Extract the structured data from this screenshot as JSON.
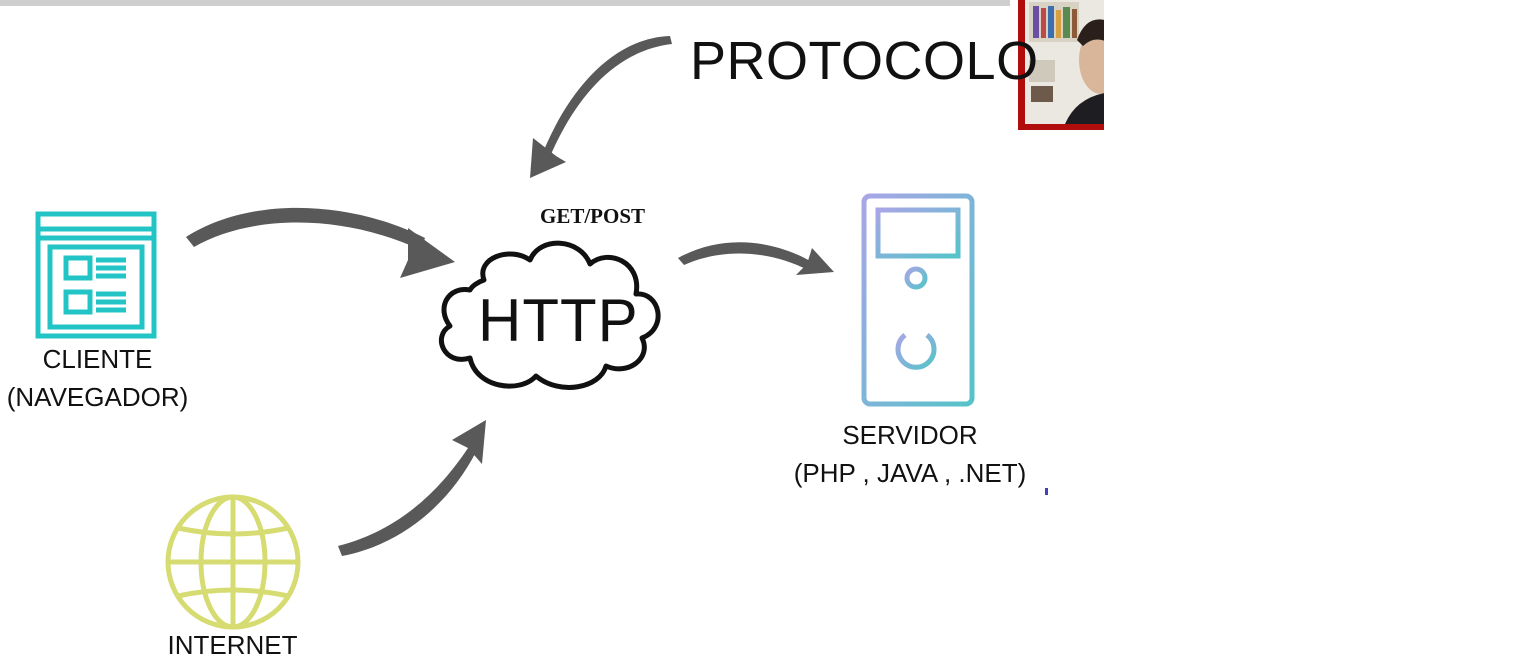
{
  "diagram": {
    "protocol_label": "PROTOCOLO",
    "method_label": "GET/POST",
    "http_label": "HTTP",
    "client": {
      "line1": "CLIENTE",
      "line2": "(NAVEGADOR)"
    },
    "server": {
      "line1": "SERVIDOR",
      "line2": "(PHP , JAVA , .NET)"
    },
    "internet": {
      "label": "INTERNET"
    }
  },
  "icons": {
    "client": "browser-window-icon",
    "server": "server-tower-icon",
    "internet": "globe-icon",
    "http": "cloud-icon"
  },
  "colors": {
    "arrow": "#595959",
    "client_icon": "#23c4c6",
    "server_gradient_start": "#a8a6e6",
    "server_gradient_end": "#55c3c9",
    "globe": "#d6dc72",
    "webcam_border": "#b10d0d"
  }
}
